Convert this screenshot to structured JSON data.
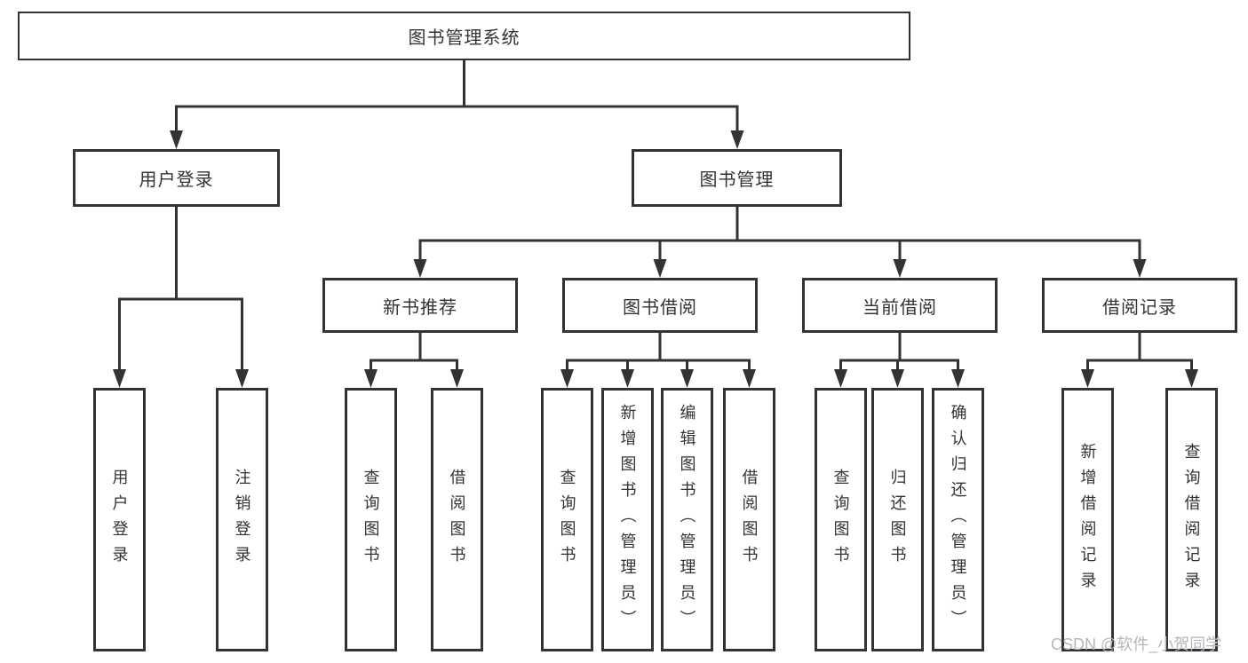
{
  "diagram_title": "图书管理系统",
  "tree": {
    "root": {
      "label": "图书管理系统"
    },
    "branches": [
      {
        "label": "用户登录",
        "children": [
          {
            "label": "用户登录"
          },
          {
            "label": "注销登录"
          }
        ]
      },
      {
        "label": "图书管理",
        "children": [
          {
            "label": "新书推荐",
            "children": [
              {
                "label": "查询图书"
              },
              {
                "label": "借阅图书"
              }
            ]
          },
          {
            "label": "图书借阅",
            "children": [
              {
                "label": "查询图书"
              },
              {
                "label": "新增图书（管理员）"
              },
              {
                "label": "编辑图书（管理员）"
              },
              {
                "label": "借阅图书"
              }
            ]
          },
          {
            "label": "当前借阅",
            "children": [
              {
                "label": "查询图书"
              },
              {
                "label": "归还图书"
              },
              {
                "label": "确认归还（管理员）"
              }
            ]
          },
          {
            "label": "借阅记录",
            "children": [
              {
                "label": "新增借阅记录"
              },
              {
                "label": "查询借阅记录"
              }
            ]
          }
        ]
      }
    ]
  },
  "watermark": {
    "text": "CSDN @软件_小贺同学"
  },
  "colors": {
    "line": "#333333",
    "box_border": "#333333",
    "text": "#333333",
    "watermark": "#b3b6ba",
    "background": "#ffffff"
  }
}
